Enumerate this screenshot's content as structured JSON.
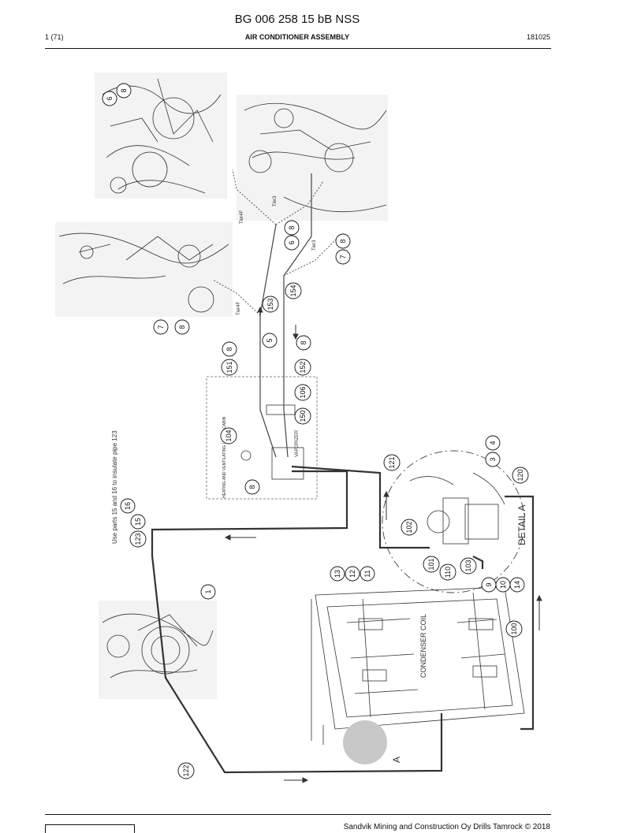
{
  "header": {
    "doc_number": "BG 006 258 15 bB NSS",
    "page": "1 (71)",
    "title": "AIR CONDITIONER ASSEMBLY",
    "date": "181025"
  },
  "drawing": {
    "notes": {
      "insulate": "Use parts 15 and 16 to insulate pipe 123",
      "heating_unit": "HEATING AND VENTILATING UNIT IN CABIN",
      "vaporizer": "VAPORIZER",
      "condenser": "CONDENSER COIL",
      "detail": "DETAIL A",
      "detail_mark": "A",
      "tier_labels": [
        "Tier4F",
        "Tier3",
        "Tier3",
        "Tier4F"
      ]
    },
    "callouts": [
      "8",
      "6",
      "6",
      "8",
      "7",
      "8",
      "7",
      "8",
      "153",
      "154",
      "5",
      "8",
      "8",
      "151",
      "152",
      "106",
      "150",
      "104",
      "8",
      "121",
      "4",
      "3",
      "120",
      "102",
      "101",
      "110",
      "103",
      "9",
      "10",
      "14",
      "13",
      "12",
      "11",
      "1",
      "100",
      "123",
      "15",
      "16",
      "122"
    ]
  },
  "footer": {
    "text": "Sandvik Mining and Construction Oy Drills Tamrock © 2018"
  }
}
